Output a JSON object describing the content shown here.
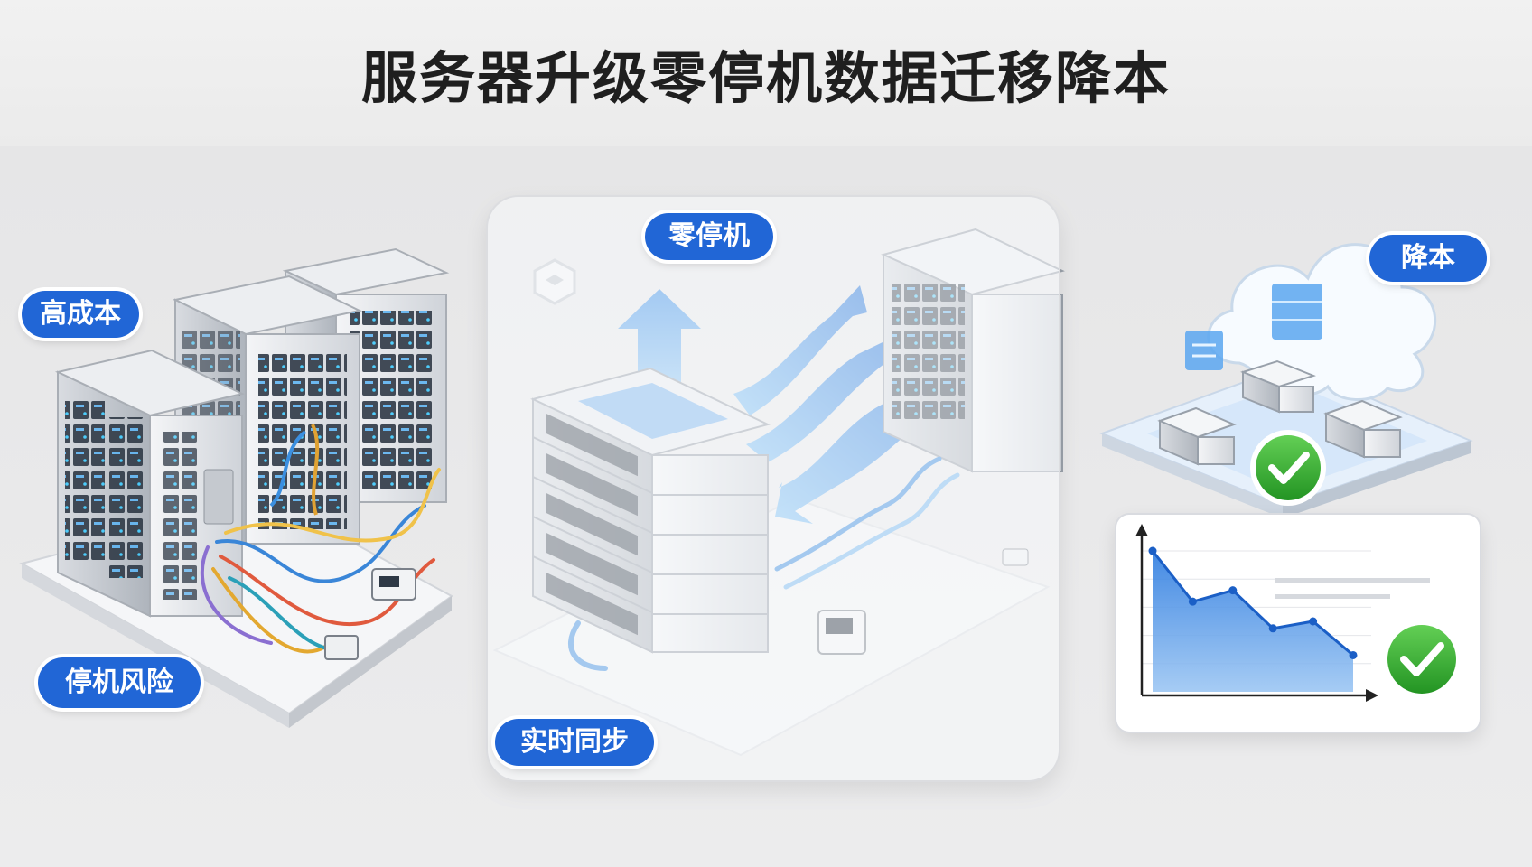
{
  "title": "服务器升级零停机数据迁移降本",
  "labels": {
    "high_cost": "高成本",
    "downtime_risk": "停机风险",
    "zero_downtime": "零停机",
    "realtime_sync": "实时同步",
    "cost_reduction": "降本"
  },
  "colors": {
    "accent_blue": "#2166d6",
    "check_green": "#3db03d",
    "chart_fill": "#4f91e3"
  },
  "chart_data": {
    "type": "area",
    "title": "",
    "xlabel": "",
    "ylabel": "",
    "x": [
      1,
      2,
      3,
      4,
      5,
      6
    ],
    "series": [
      {
        "values": [
          100,
          64,
          72,
          45,
          50,
          26
        ]
      }
    ],
    "trend": "decreasing",
    "grid": true
  },
  "icons": [
    "check-circle-icon",
    "cloud-icon",
    "upload-arrow-icon",
    "sync-arrows-icon",
    "hexagon-logo-icon"
  ]
}
